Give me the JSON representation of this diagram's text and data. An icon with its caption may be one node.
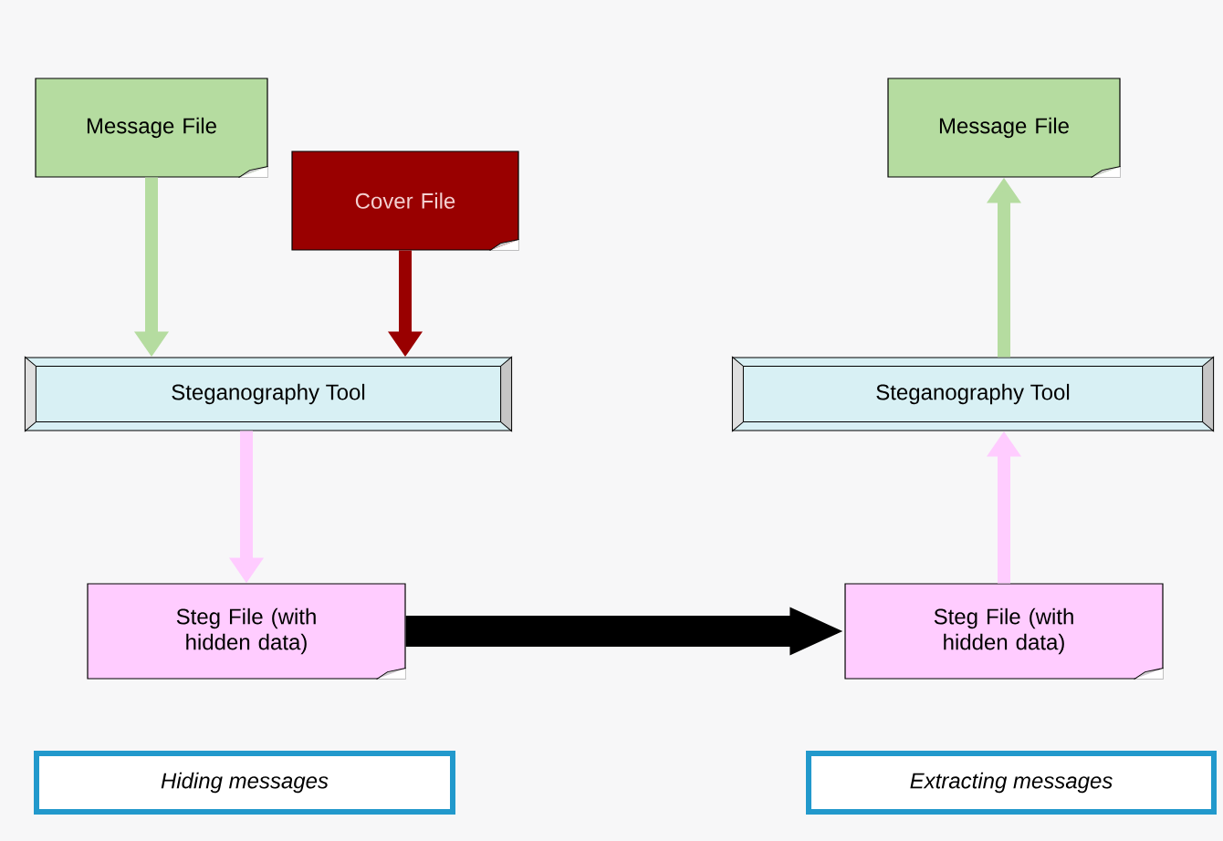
{
  "diagram": {
    "nodes": [
      {
        "text": [
          "Message File"
        ]
      },
      {
        "text": [
          "Cover File"
        ]
      },
      {
        "text": [
          "Steganography Tool"
        ]
      },
      {
        "text": [
          "Steg File (with hidden data)"
        ]
      },
      {
        "text": [
          "Hiding messages"
        ]
      },
      {
        "text": [
          "Message File"
        ]
      },
      {
        "text": [
          "Steganography Tool"
        ]
      },
      {
        "text": [
          "Steg File (with hidden data)"
        ]
      },
      {
        "text": [
          "Extracting messages"
        ]
      }
    ],
    "edges": [
      {
        "from": 0,
        "to": 2,
        "arrow": "to",
        "color": "#b5dca0"
      },
      {
        "from": 1,
        "to": 2,
        "arrow": "to",
        "color": "#990000"
      },
      {
        "from": 2,
        "to": 3,
        "arrow": "to",
        "color": "#ffccff"
      },
      {
        "from": 3,
        "to": 7,
        "arrow": "to",
        "style": "thick",
        "color": "#000000"
      },
      {
        "from": 7,
        "to": 6,
        "arrow": "to",
        "color": "#ffccff"
      },
      {
        "from": 6,
        "to": 5,
        "arrow": "to",
        "color": "#b5dca0"
      }
    ]
  }
}
